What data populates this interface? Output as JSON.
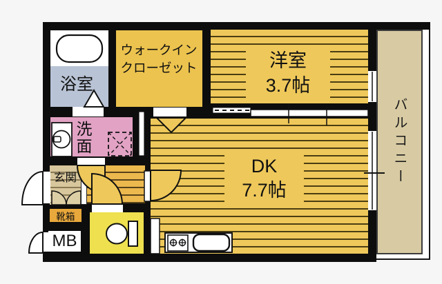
{
  "floor_plan": {
    "rooms": {
      "bath": "浴室",
      "walk_in_closet_line1": "ウォークイン",
      "walk_in_closet_line2": "クローゼット",
      "western_room_name": "洋室",
      "western_room_size": "3.7帖",
      "dk_name": "DK",
      "dk_size": "7.7帖",
      "washroom": "洗面",
      "entrance": "玄関",
      "shoe_box": "靴箱",
      "meter_box": "MB",
      "balcony": "バルコニー"
    },
    "colors": {
      "wall": "#0d0d0d",
      "flooring_yellow": "#eec85a",
      "closet_yellow": "#ecc34e",
      "hall_orange": "#ecb94e",
      "bath_blue": "#b8c3d5",
      "washroom_pink": "#e2a2c4",
      "toilet_yellow": "#eee04f",
      "entrance_beige": "#d8c79c",
      "balcony_beige": "#d8cba3",
      "shoe_box_orange": "#e9a83b",
      "background": "#f6f6f6"
    }
  }
}
